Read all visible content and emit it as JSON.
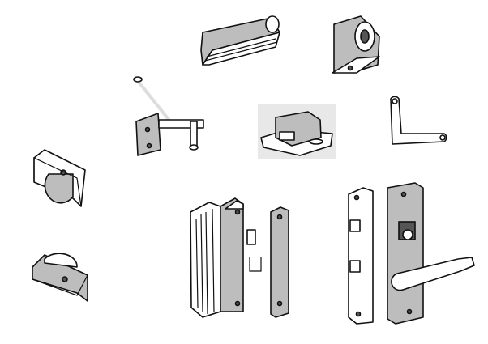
{
  "illustration": {
    "parts": [
      "track-extrusion",
      "roller-bracket",
      "window-crank",
      "door-catch",
      "corner-angle",
      "sliding-roller-top",
      "sliding-roller-bottom",
      "door-pull-handle",
      "mortise-lock-lever"
    ]
  },
  "colors": {
    "line": "#111111",
    "shade": "#bdbdbd",
    "background": "#ffffff"
  }
}
